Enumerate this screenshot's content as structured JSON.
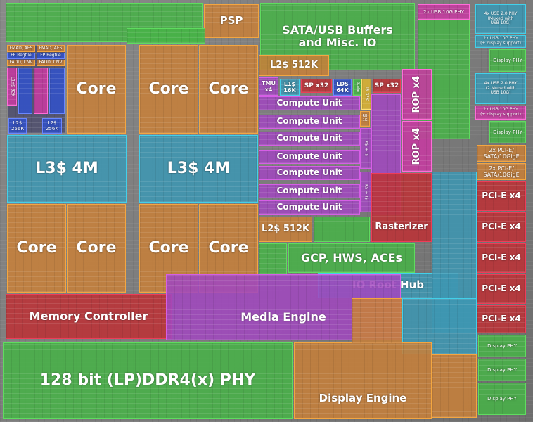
{
  "labels": {
    "psp": "PSP",
    "sata_usb": "SATA/USB Buffers\nand Misc. IO",
    "usb10_top": "2x USB 10G PHY",
    "usb20_a": "4x USB 2.0 PHY\n(Muxed with\nUSB 10G)",
    "usb10_b": "2x USB 10G PHY\n(+ display support)",
    "display_phy": "Display PHY",
    "usb20_b": "4x USB 2.0 PHY\n(2 Muxed with\nUSB 10G)",
    "usb10_c": "2x USB 10G PHY\n(+ display support)",
    "pcie_sata_a": "2x PCI-E/\nSATA/10GigE",
    "pcie_sata_b": "2x PCI-E/\nSATA/10GigE",
    "pcie_x4": "PCI-E x4",
    "fmad": "FMAD, AES",
    "fp_regfile": "FP Regfile",
    "fadd": "FADD, CNV",
    "l1d": "L1d$ 32K",
    "l2_256": "L2$\n256K",
    "core": "Core",
    "l3": "L3$ 4M",
    "l2_512k": "L2$ 512K",
    "tmu": "TMU\nx4",
    "l1_16k": "L1$\n16K",
    "sp_x32": "SP x32",
    "lds": "LDS\n64K",
    "scalar": "Scalar",
    "i32k": "I$ 32K",
    "ks_is": "K$ + I$",
    "rb_1k": "RB\n1K",
    "compute_unit": "Compute Unit",
    "rop_x4": "ROP x4",
    "rasterizer": "Rasterizer",
    "gcp": "GCP, HWS, ACEs",
    "io_root_hub": "IO Root Hub",
    "memory_controller": "Memory Controller",
    "media_engine": "Media Engine",
    "ddr_phy": "128 bit (LP)DDR4(x) PHY",
    "display_engine": "Display Engine"
  }
}
